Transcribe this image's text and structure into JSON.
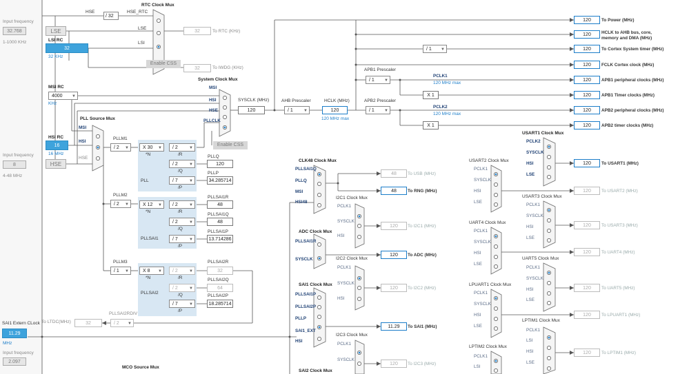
{
  "left_inputs": {
    "input_frequency_1": "Input frequency",
    "lse_value": "32.768",
    "lse_range": "1-1000 KHz",
    "input_frequency_2": "Input frequency",
    "hse_value": "8",
    "hse_range": "4-48 MHz",
    "sai1_extclock_label": "SAI1 Extern CLock",
    "sai1_extclock_value": "11.29",
    "sai1_extclock_unit": "MHz",
    "input_frequency_3": "Input frequency",
    "input3_value": "2.097"
  },
  "oscillators": {
    "lse": "LSE",
    "lsi_rc": "LSI RC",
    "lsi_value": "32",
    "lsi_unit": "32 KHz",
    "msi_rc": "MSI RC",
    "msi_value": "4000",
    "msi_unit": "KHz",
    "hsi_rc": "HSI RC",
    "hsi_value": "16",
    "hsi_unit": "16 MHz",
    "hse": "HSE"
  },
  "rtc": {
    "title": "RTC Clock Mux",
    "hse_label": "HSE",
    "div32": "/ 32",
    "hse_rtc": "HSE_RTC",
    "lse_in": "LSE",
    "lsi_in": "LSI",
    "rtc_value": "32",
    "to_rtc": "To RTC (KHz)",
    "enable_css": "Enable CSS",
    "iwdg_value": "32",
    "to_iwdg": "To IWDG (KHz)"
  },
  "sysclk": {
    "title": "System Clock Mux",
    "msi": "MSI",
    "hsi": "HSI",
    "hse": "HSE",
    "pllclk": "PLLCLK",
    "enable_css": "Enable CSS",
    "sysclk_label": "SYSCLK (MHz)",
    "sysclk_value": "120",
    "ahb_label": "AHB Prescaler",
    "ahb_value": "/ 1",
    "hclk_label": "HCLK (MHz)",
    "hclk_value": "120",
    "hclk_max": "120 MHz max"
  },
  "pll": {
    "source_mux": "PLL Source Mux",
    "msi": "MSI",
    "hsi": "HSI",
    "hse": "HSE",
    "pllm1": "PLLM1",
    "pllm1_value": "/ 2",
    "pllm2": "PLLM2",
    "pllm2_value": "/ 2",
    "pllm3": "PLLM3",
    "pllm3_value": "/ 1",
    "pll1": {
      "n": "X 30",
      "n_lbl": "*N",
      "r": "/ 2",
      "r_lbl": "/R",
      "q": "/ 2",
      "q_lbl": "/Q",
      "p": "/ 7",
      "p_lbl": "/P",
      "name": "PLL",
      "pllq": "PLLQ",
      "pllq_val": "120",
      "pllp": "PLLP",
      "pllp_val": "34.285714"
    },
    "pll2": {
      "n": "X 12",
      "n_lbl": "*N",
      "r": "/ 2",
      "r_lbl": "/R",
      "q": "/ 2",
      "q_lbl": "/Q",
      "p": "/ 7",
      "p_lbl": "/P",
      "name": "PLLSAI1",
      "r_out": "PLLSAI1R",
      "r_val": "48",
      "q_out": "PLLSAI1Q",
      "q_val": "48",
      "p_out": "PLLSAI1P",
      "p_val": "13.714286"
    },
    "pll3": {
      "n": "X 8",
      "n_lbl": "*N",
      "r": "/ 2",
      "r_lbl": "/R",
      "q": "/ 2",
      "q_lbl": "/Q",
      "p": "/ 7",
      "p_lbl": "/P",
      "name": "PLLSAI2",
      "r_out": "PLLSAI2R",
      "r_val": "32",
      "q_out": "PLLSAI2Q",
      "q_val": "64",
      "p_out": "PLLSAI2P",
      "p_val": "18.285714"
    },
    "ltdc_label": "To LTDC(MHz)",
    "ltdc_value": "32",
    "pllsai2rdiv": "PLLSAI2RDIV",
    "pllsai2rdiv_value": "/ 2"
  },
  "bus": {
    "power_value": "120",
    "power_label": "To Power (MHz)",
    "hclk_value": "120",
    "hclk_label_1": "HCLK to AHB bus, core,",
    "hclk_label_2": "memory and DMA (MHz)",
    "cortex_div": "/ 1",
    "cortex_value": "120",
    "cortex_label": "To Cortex System timer (MHz)",
    "fclk_value": "120",
    "fclk_label": "FCLK Cortex clock (MHz)",
    "apb1_prescaler": "APB1 Prescaler",
    "apb1_value": "/ 1",
    "pclk1": "PCLK1",
    "pclk1_max": "120 MHz max",
    "apb1_periph_value": "120",
    "apb1_periph_label": "APB1 peripheral clocks (MHz)",
    "apb1_timer_mult": "X 1",
    "apb1_timer_value": "120",
    "apb1_timer_label": "APB1 Timer clocks (MHz)",
    "apb2_prescaler": "APB2 Prescaler",
    "apb2_value": "/ 1",
    "pclk2": "PCLK2",
    "pclk2_max": "120 MHz max",
    "apb2_periph_value": "120",
    "apb2_periph_label": "APB2 peripheral clocks (MHz)",
    "apb2_timer_mult": "X 1",
    "apb2_timer_value": "120",
    "apb2_timer_label": "APB2 timer clocks (MHz)"
  },
  "clk48": {
    "title": "CLK48 Clock Mux",
    "inputs": [
      "PLLSAI1Q",
      "PLLQ",
      "MSI",
      "HSI48"
    ],
    "usb_value": "48",
    "usb_label": "To USB (MHz)",
    "rng_value": "48",
    "rng_label": "To RNG (MHz)"
  },
  "adc": {
    "title": "ADC Clock Mux",
    "inputs": [
      "PLLSAI1R",
      "SYSCLK"
    ],
    "value": "120",
    "label": "To ADC (MHz)"
  },
  "sai1": {
    "title": "SAI1 Clock Mux",
    "inputs": [
      "PLLSAI1P",
      "PLLSAI2P",
      "PLLP",
      "SAI1_EXT",
      "HSI"
    ],
    "value": "11.29",
    "label": "To SAI1 (MHz)"
  },
  "sai2": {
    "title": "SAI2 Clock Mux"
  },
  "mco": {
    "title": "MCO Source Mux"
  },
  "i2c1": {
    "title": "I2C1 Clock Mux",
    "inputs": [
      "PCLK1",
      "SYSCLK",
      "HSI"
    ],
    "value": "120",
    "label": "To I2C1 (MHz)"
  },
  "i2c2": {
    "title": "I2C2 Clock Mux",
    "inputs": [
      "PCLK1",
      "SYSCLK",
      "HSI"
    ],
    "value": "120",
    "label": "To I2C2 (MHz)"
  },
  "i2c3": {
    "title": "I2C3 Clock Mux",
    "inputs": [
      "PCLK1",
      "SYSCLK"
    ],
    "value": "120",
    "label": "To I2C3 (MHz)"
  },
  "usart1": {
    "title": "USART1 Clock Mux",
    "inputs": [
      "PCLK2",
      "SYSCLK",
      "HSI",
      "LSE"
    ],
    "value": "120",
    "label": "To USART1 (MHz)"
  },
  "usart2": {
    "title": "USART2 Clock Mux",
    "inputs": [
      "PCLK1",
      "SYSCLK",
      "HSI",
      "LSE"
    ],
    "value": "120",
    "label": "To USART2 (MHz)"
  },
  "usart3": {
    "title": "USART3 Clock Mux",
    "inputs": [
      "PCLK1",
      "SYSCLK",
      "HSI",
      "LSE"
    ],
    "value": "120",
    "label": "To USART3 (MHz)"
  },
  "uart4": {
    "title": "UART4 Clock Mux",
    "inputs": [
      "PCLK1",
      "SYSCLK",
      "HSI",
      "LSE"
    ],
    "value": "120",
    "label": "To UART4 (MHz)"
  },
  "uart5": {
    "title": "UART5 Clock Mux",
    "inputs": [
      "PCLK1",
      "SYSCLK",
      "HSI",
      "LSE"
    ],
    "value": "120",
    "label": "To UART5 (MHz)"
  },
  "lpuart1": {
    "title": "LPUART1 Clock Mux",
    "inputs": [
      "PCLK1",
      "SYSCLK",
      "HSI",
      "LSE"
    ],
    "value": "120",
    "label": "To LPUART1 (MHz)"
  },
  "lptim1": {
    "title": "LPTIM1 Clock Mux",
    "inputs": [
      "PCLK1",
      "LSI",
      "HSI",
      "LSE"
    ],
    "value": "120",
    "label": "To LPTIM1 (MHz)"
  },
  "lptim2": {
    "title": "LPTIM2 Clock Mux",
    "inputs": [
      "PCLK1",
      "LSI"
    ]
  },
  "colors": {
    "accent": "#1a7cc8",
    "selected_fill": "#3ea3dc",
    "panel": "#d8e7f3",
    "wire": "#555555",
    "disabled": "#d7d7d7"
  }
}
